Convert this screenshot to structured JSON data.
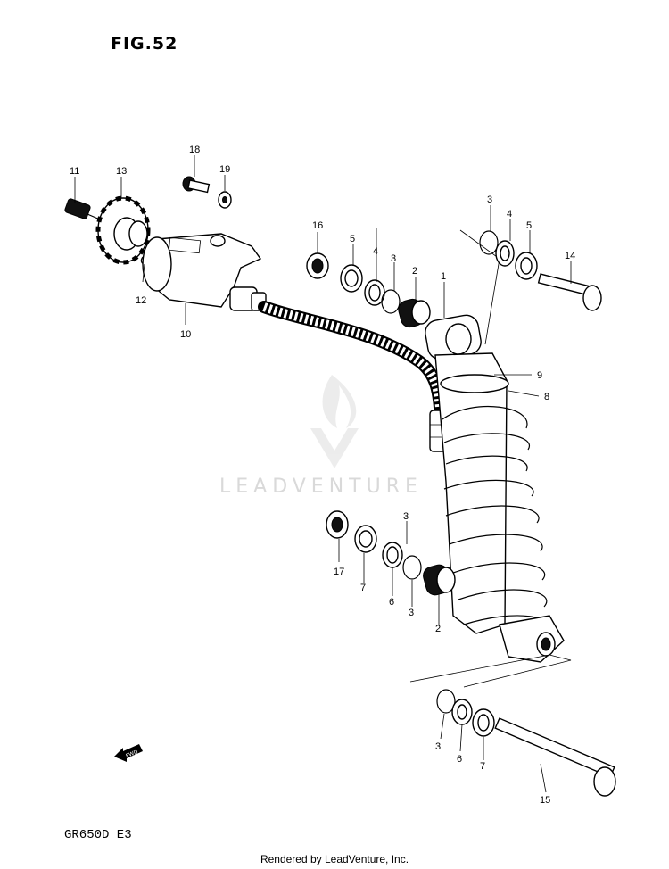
{
  "figure": {
    "title": "FIG.52",
    "model_code": "GR650D E3"
  },
  "footer": "Rendered by LeadVenture, Inc.",
  "watermark": {
    "brand": "LEADVENTURE",
    "logo_icon": "leadventure-flame-logo-icon"
  },
  "fwd_indicator": {
    "label": "FWD",
    "icon": "fwd-arrow-icon"
  },
  "callouts": [
    {
      "id": "c11",
      "text": "11"
    },
    {
      "id": "c13",
      "text": "13"
    },
    {
      "id": "c18",
      "text": "18"
    },
    {
      "id": "c19",
      "text": "19"
    },
    {
      "id": "c12",
      "text": "12"
    },
    {
      "id": "c10",
      "text": "10"
    },
    {
      "id": "c16",
      "text": "16"
    },
    {
      "id": "c5a",
      "text": "5"
    },
    {
      "id": "c4a",
      "text": "4"
    },
    {
      "id": "c3a",
      "text": "3"
    },
    {
      "id": "c2a",
      "text": "2"
    },
    {
      "id": "c1",
      "text": "1"
    },
    {
      "id": "c3b",
      "text": "3"
    },
    {
      "id": "c4b",
      "text": "4"
    },
    {
      "id": "c5b",
      "text": "5"
    },
    {
      "id": "c14",
      "text": "14"
    },
    {
      "id": "c9",
      "text": "9"
    },
    {
      "id": "c8",
      "text": "8"
    },
    {
      "id": "c17",
      "text": "17"
    },
    {
      "id": "c7a",
      "text": "7"
    },
    {
      "id": "c6a",
      "text": "6"
    },
    {
      "id": "c3c",
      "text": "3"
    },
    {
      "id": "c2b",
      "text": "2"
    },
    {
      "id": "c3d",
      "text": "3"
    },
    {
      "id": "c6b",
      "text": "6"
    },
    {
      "id": "c7b",
      "text": "7"
    },
    {
      "id": "c15",
      "text": "15"
    },
    {
      "id": "c3e",
      "text": "3"
    }
  ]
}
